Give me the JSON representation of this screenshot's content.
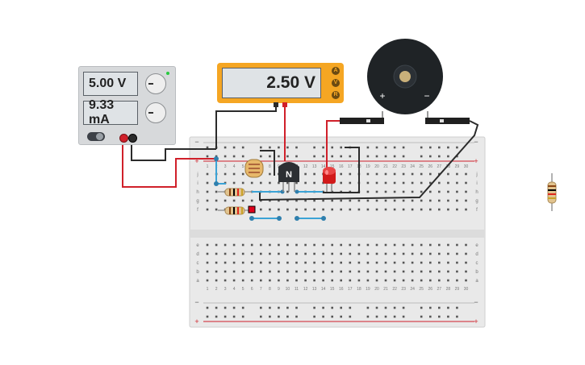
{
  "power_supply": {
    "voltage_display": "5.00 V",
    "current_display": "9.33 mA"
  },
  "multimeter": {
    "reading": "2.50 V",
    "modes": [
      "A",
      "V",
      "R"
    ]
  },
  "breadboard": {
    "column_numbers": [
      "1",
      "2",
      "3",
      "4",
      "5",
      "6",
      "7",
      "8",
      "9",
      "10",
      "11",
      "12",
      "13",
      "14",
      "15",
      "16",
      "17",
      "18",
      "19",
      "20",
      "21",
      "22",
      "23",
      "24",
      "25",
      "26",
      "27",
      "28",
      "29",
      "30"
    ],
    "row_labels_top": [
      "j",
      "i",
      "h",
      "g",
      "f"
    ],
    "row_labels_bottom": [
      "e",
      "d",
      "c",
      "b",
      "a"
    ],
    "rail_plus": "+",
    "rail_minus": "−"
  },
  "transistor": {
    "label": "N"
  },
  "buzzer": {
    "plus_label": "+",
    "minus_label": "−"
  },
  "colors": {
    "wire_red": "#d0202a",
    "wire_black": "#2b2b2b",
    "jumper_blue": "#3ba3d6",
    "multimeter_body": "#f5a623",
    "led_red": "#d11a1a",
    "breadboard": "#e9e9e9"
  }
}
